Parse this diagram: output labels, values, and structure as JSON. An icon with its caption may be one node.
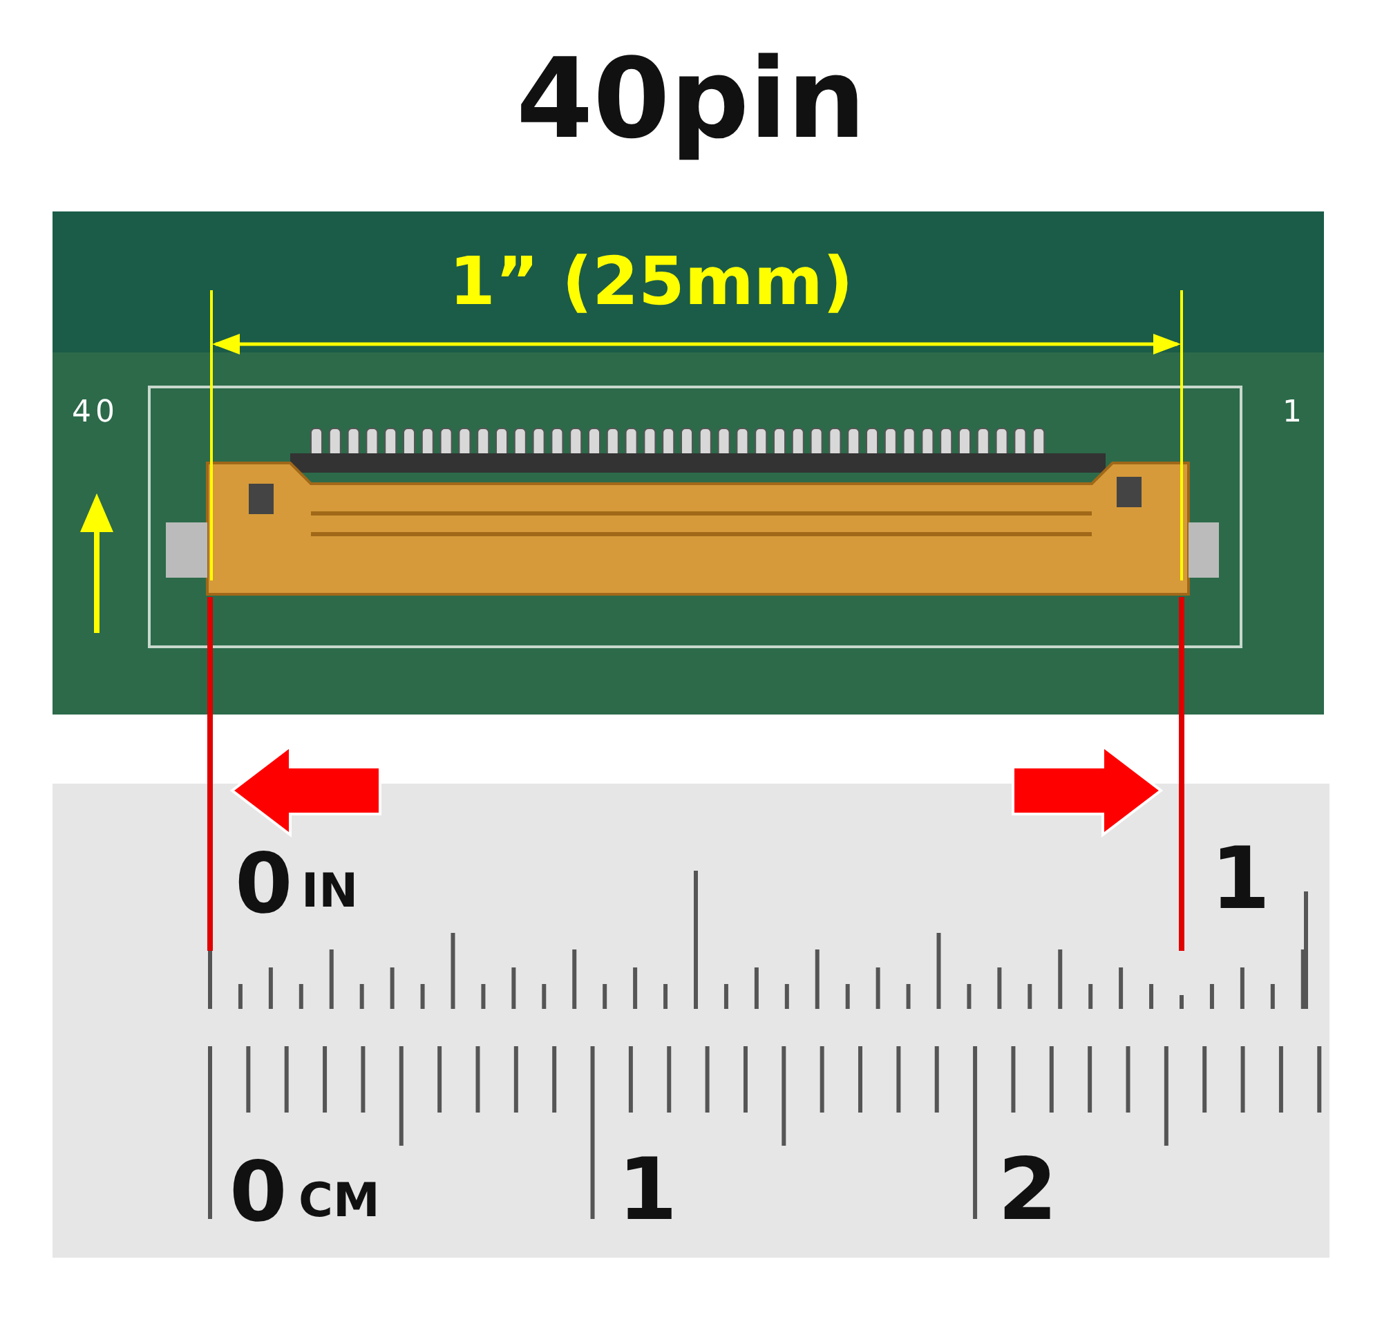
{
  "diagram": {
    "title": "40pin",
    "labels": [
      "1” (25mm)",
      "40",
      "1",
      "0",
      "IN",
      "1",
      "0",
      "CM",
      "1",
      "2"
    ]
  }
}
